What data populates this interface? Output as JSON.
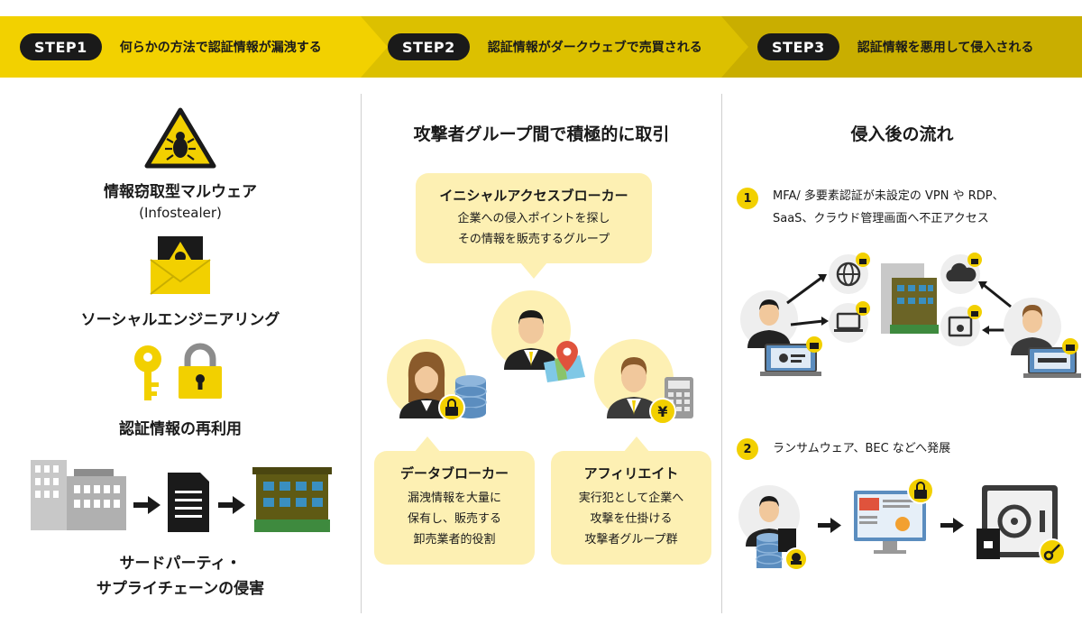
{
  "steps": [
    {
      "pill": "STEP1",
      "text": "何らかの方法で認証情報が漏洩する"
    },
    {
      "pill": "STEP2",
      "text": "認証情報がダークウェブで売買される"
    },
    {
      "pill": "STEP3",
      "text": "認証情報を悪用して侵入される"
    }
  ],
  "colors": {
    "step1": "#f2d100",
    "step2": "#dcc000",
    "step3": "#c9ae00",
    "accent": "#f2d000",
    "bubble": "#fdf0b3"
  },
  "col1": {
    "malware_title": "情報窃取型マルウェア",
    "malware_sub": "(Infostealer)",
    "social": "ソーシャルエンジニアリング",
    "reuse": "認証情報の再利用",
    "third_party_line1": "サードパーティ・",
    "third_party_line2": "サプライチェーンの侵害",
    "icons": [
      "bug-warning-icon",
      "envelope-skull-icon",
      "key-icon",
      "padlock-icon",
      "building-icon",
      "arrow-right-icon",
      "document-icon"
    ]
  },
  "col2": {
    "title": "攻撃者グループ間で積極的に取引",
    "iab": {
      "title": "イニシャルアクセスブローカー",
      "lines": [
        "企業への侵入ポイントを探し",
        "その情報を販売するグループ"
      ]
    },
    "broker": {
      "title": "データブローカー",
      "lines": [
        "漏洩情報を大量に",
        "保有し、販売する",
        "卸売業者的役割"
      ]
    },
    "affiliate": {
      "title": "アフィリエイト",
      "lines": [
        "実行犯として企業へ",
        "攻撃を仕掛ける",
        "攻撃者グループ群"
      ]
    },
    "currency": "¥"
  },
  "col3": {
    "title": "侵入後の流れ",
    "item1": {
      "num": "1",
      "line1": "MFA/ 多要素認証が未設定の VPN や RDP、",
      "line2": "SaaS、クラウド管理画面へ不正アクセス"
    },
    "item2": {
      "num": "2",
      "line1": "ランサムウェア、BEC などへ発展"
    }
  }
}
